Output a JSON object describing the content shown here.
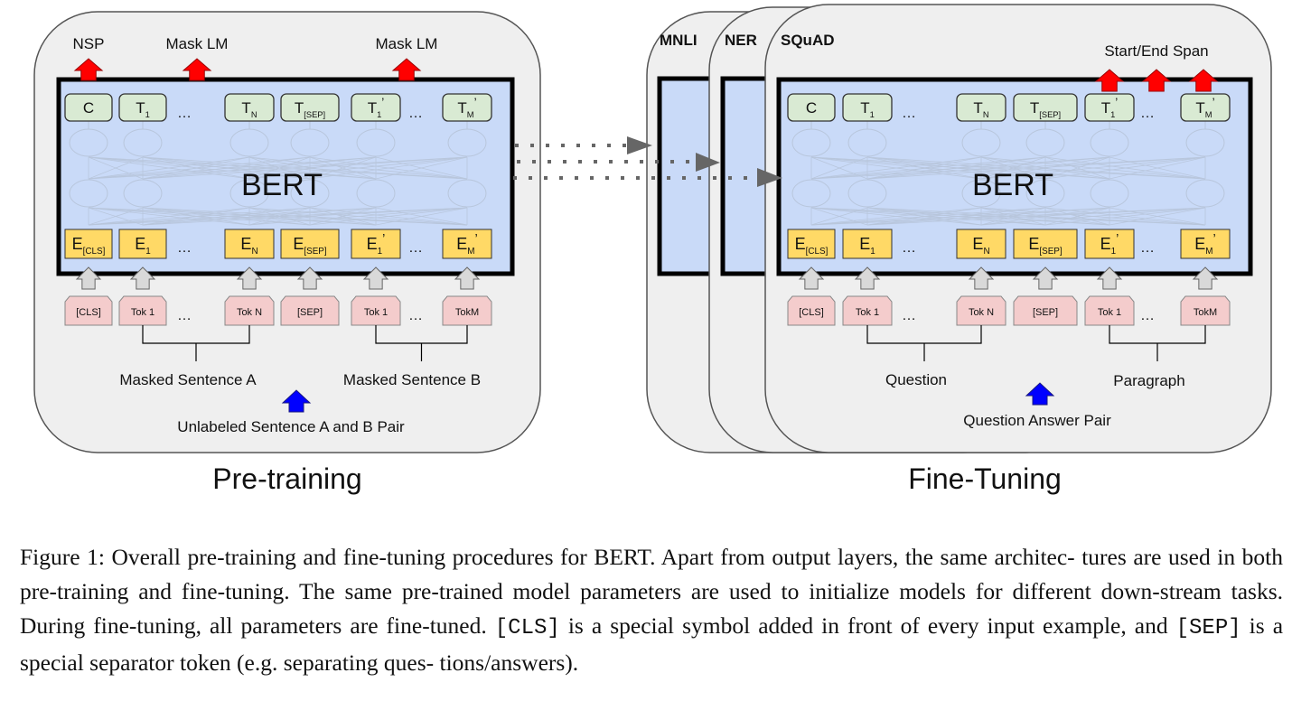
{
  "colors": {
    "panel_bg": "#efefef",
    "bert_bg": "#c9daf8",
    "output_token_bg": "#d9ead3",
    "embedding_bg": "#ffd966",
    "input_token_bg": "#f4cccc",
    "task_arrow": "#ff0000",
    "input_arrow": "#0000ff",
    "neutral_arrow": "#d9d9d9",
    "dotted_arrow": "#666666"
  },
  "pretraining": {
    "title": "Pre-training",
    "model_label": "BERT",
    "heads": [
      "NSP",
      "Mask LM",
      "Mask LM"
    ],
    "outputs": [
      {
        "base": "C",
        "sub": ""
      },
      {
        "base": "T",
        "sub": "1"
      },
      {
        "base": "…",
        "sub": ""
      },
      {
        "base": "T",
        "sub": "N"
      },
      {
        "base": "T",
        "sub": "[SEP]"
      },
      {
        "base": "T",
        "sub": "1",
        "prime": "’"
      },
      {
        "base": "…",
        "sub": ""
      },
      {
        "base": "T",
        "sub": "M",
        "prime": "’"
      }
    ],
    "embeddings": [
      {
        "base": "E",
        "sub": "[CLS]"
      },
      {
        "base": "E",
        "sub": "1"
      },
      {
        "base": "…",
        "sub": ""
      },
      {
        "base": "E",
        "sub": "N"
      },
      {
        "base": "E",
        "sub": "[SEP]"
      },
      {
        "base": "E",
        "sub": "1",
        "prime": "’"
      },
      {
        "base": "…",
        "sub": ""
      },
      {
        "base": "E",
        "sub": "M",
        "prime": "’"
      }
    ],
    "tokens": [
      "[CLS]",
      "Tok 1",
      "…",
      "Tok N",
      "[SEP]",
      "Tok 1",
      "…",
      "TokM"
    ],
    "segment_a": "Masked Sentence A",
    "segment_b": "Masked Sentence B",
    "input_label": "Unlabeled Sentence A and B Pair"
  },
  "finetuning": {
    "title": "Fine-Tuning",
    "tasks": [
      "MNLI",
      "NER",
      "SQuAD"
    ],
    "model_label": "BERT",
    "head": "Start/End Span",
    "outputs": [
      {
        "base": "C",
        "sub": ""
      },
      {
        "base": "T",
        "sub": "1"
      },
      {
        "base": "…",
        "sub": ""
      },
      {
        "base": "T",
        "sub": "N"
      },
      {
        "base": "T",
        "sub": "[SEP]"
      },
      {
        "base": "T",
        "sub": "1",
        "prime": "’"
      },
      {
        "base": "…",
        "sub": ""
      },
      {
        "base": "T",
        "sub": "M",
        "prime": "’"
      }
    ],
    "embeddings": [
      {
        "base": "E",
        "sub": "[CLS]"
      },
      {
        "base": "E",
        "sub": "1"
      },
      {
        "base": "…",
        "sub": ""
      },
      {
        "base": "E",
        "sub": "N"
      },
      {
        "base": "E",
        "sub": "[SEP]"
      },
      {
        "base": "E",
        "sub": "1",
        "prime": "’"
      },
      {
        "base": "…",
        "sub": ""
      },
      {
        "base": "E",
        "sub": "M",
        "prime": "’"
      }
    ],
    "tokens": [
      "[CLS]",
      "Tok 1",
      "…",
      "Tok N",
      "[SEP]",
      "Tok 1",
      "…",
      "TokM"
    ],
    "segment_a": "Question",
    "segment_b": "Paragraph",
    "input_label": "Question Answer Pair"
  },
  "caption": {
    "line1": "Figure 1: Overall pre-training and fine-tuning procedures for BERT. Apart from output layers, the same architec-",
    "line2": "tures are used in both pre-training and fine-tuning. The same pre-trained model parameters are used to initialize",
    "line3a": "models for different down-stream tasks. During fine-tuning, all parameters are fine-tuned. ",
    "cls": "[CLS]",
    "line3b": " is a special",
    "line4a": "symbol added in front of every input example, and ",
    "sep": "[SEP]",
    "line4b": " is a special separator token (e.g. separating ques-",
    "line5": "tions/answers)."
  }
}
